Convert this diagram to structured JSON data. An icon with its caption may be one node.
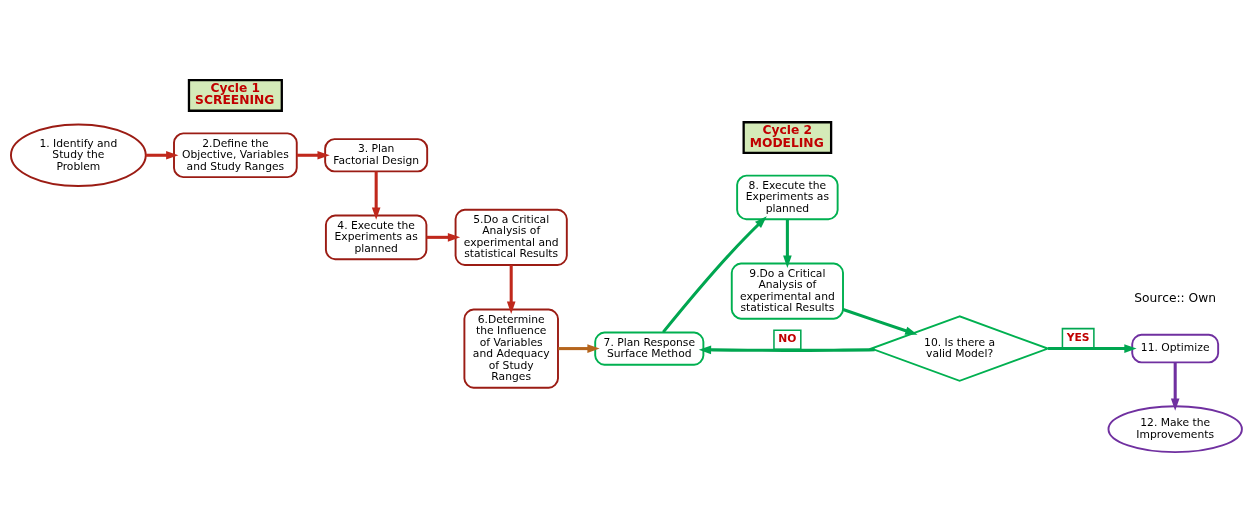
{
  "diagram": {
    "nodes": [
      {
        "text": [
          "1. Identify and Study the Problem"
        ]
      },
      {
        "text": [
          "2.Define the Objective, Variables and Study Ranges"
        ]
      },
      {
        "text": [
          "3. Plan Factorial Design"
        ]
      },
      {
        "text": [
          "4. Execute the Experiments as planned"
        ]
      },
      {
        "text": [
          "5.Do a Critical Analysis of experimental and statistical Results"
        ]
      },
      {
        "text": [
          "6.Determine the Influence of Variables and Adequacy of Study Ranges"
        ]
      },
      {
        "text": [
          "7. Plan Response Surface Method"
        ]
      },
      {
        "text": [
          "8. Execute the Experiments as planned"
        ]
      },
      {
        "text": [
          "9.Do a Critical Analysis of experimental and statistical Results"
        ]
      },
      {
        "text": [
          "10. Is there a valid Model?"
        ]
      },
      {
        "text": [
          "11. Optimize"
        ]
      },
      {
        "text": [
          "12. Make the Improvements"
        ]
      },
      {
        "text": [
          "Cycle 1 SCREENING"
        ]
      },
      {
        "text": [
          "Cycle 2 MODELING"
        ]
      }
    ],
    "edges": [
      {
        "from": 0,
        "to": 1,
        "arrow": "to",
        "color": "#c0281c"
      },
      {
        "from": 1,
        "to": 2,
        "arrow": "to",
        "color": "#c0281c"
      },
      {
        "from": 2,
        "to": 3,
        "arrow": "to",
        "color": "#c0281c"
      },
      {
        "from": 3,
        "to": 4,
        "arrow": "to",
        "color": "#c0281c"
      },
      {
        "from": 4,
        "to": 5,
        "arrow": "to",
        "color": "#c0281c"
      },
      {
        "from": 5,
        "to": 6,
        "arrow": "to",
        "color": "#b5651d"
      },
      {
        "from": 6,
        "to": 7,
        "arrow": "to",
        "color": "#00a650"
      },
      {
        "from": 7,
        "to": 8,
        "arrow": "to",
        "color": "#00a650"
      },
      {
        "from": 8,
        "to": 9,
        "arrow": "to",
        "color": "#00a650"
      },
      {
        "from": 9,
        "to": 6,
        "arrow": "to",
        "label": "NO",
        "color": "#00a650"
      },
      {
        "from": 9,
        "to": 10,
        "arrow": "to",
        "label": "YES",
        "color": "#00a650"
      },
      {
        "from": 10,
        "to": 11,
        "arrow": "to",
        "color": "#7030a0"
      }
    ],
    "labels": [
      "Source:: Own"
    ]
  }
}
